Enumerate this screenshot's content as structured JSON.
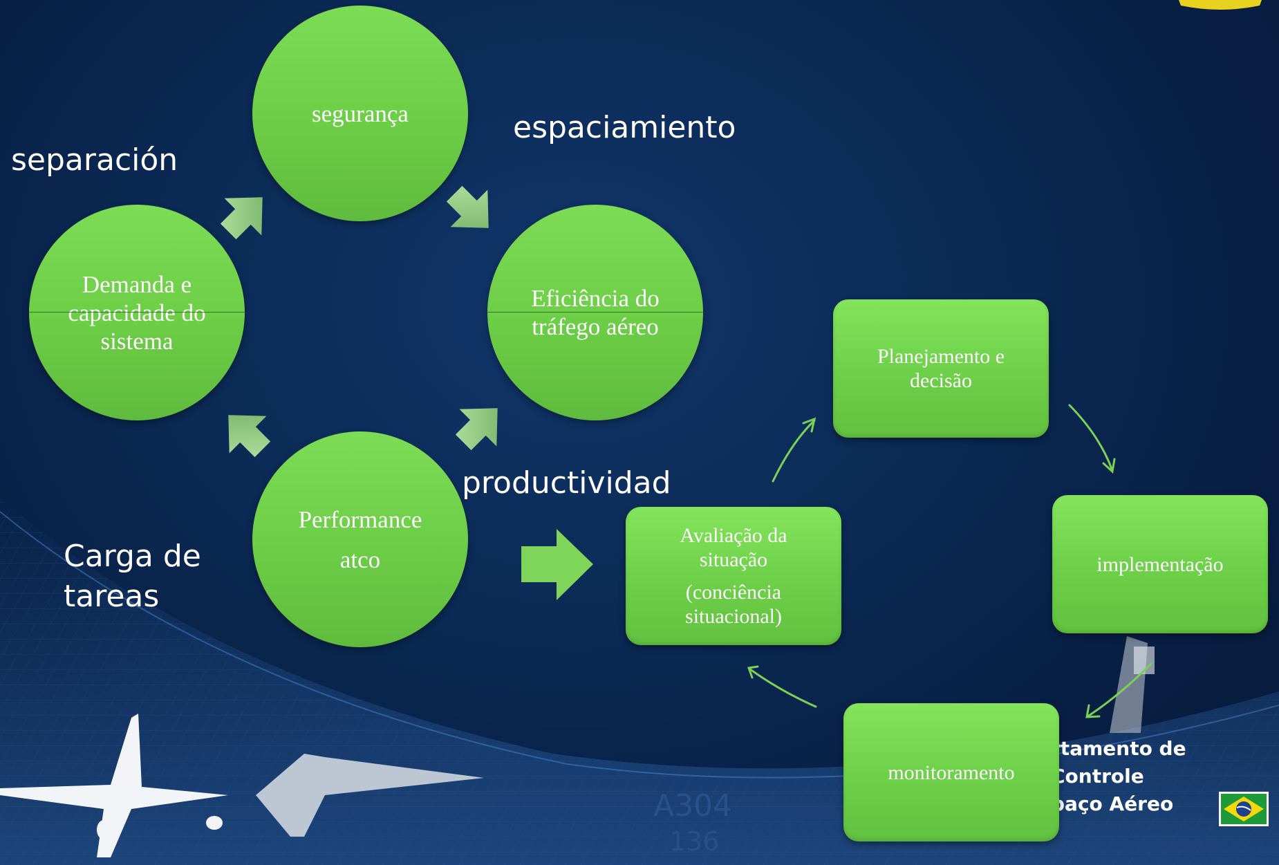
{
  "cycle_circles": {
    "top": "segurança",
    "left": "Demanda e capacidade do sistema",
    "right": "Eficiência do tráfego aéreo",
    "bottom": "Performance\n\natco"
  },
  "labels": {
    "espaciamiento": "espaciamiento",
    "separacion": "separación",
    "productividad": "productividad",
    "carga": "Carga de\ntareas"
  },
  "process_boxes": {
    "planejamento": "Planejamento e\ndecisão",
    "avaliacao_line1": "Avaliação da\nsituação",
    "avaliacao_line2": "(conciência\nsituacional)",
    "implementacao": "implementação",
    "monitoramento": "monitoramento"
  },
  "background": {
    "logo_text": "rtamento de Controle\npaço Aéreo",
    "runway_marking": "A304",
    "runway_number": "136"
  },
  "colors": {
    "accent_green": "#6fd14a",
    "background_navy": "#0b2a55",
    "arrow_green": "#7fd55a"
  },
  "icons": [
    "airplane-silhouette",
    "fighter-jet",
    "brazil-flag",
    "emblem"
  ]
}
